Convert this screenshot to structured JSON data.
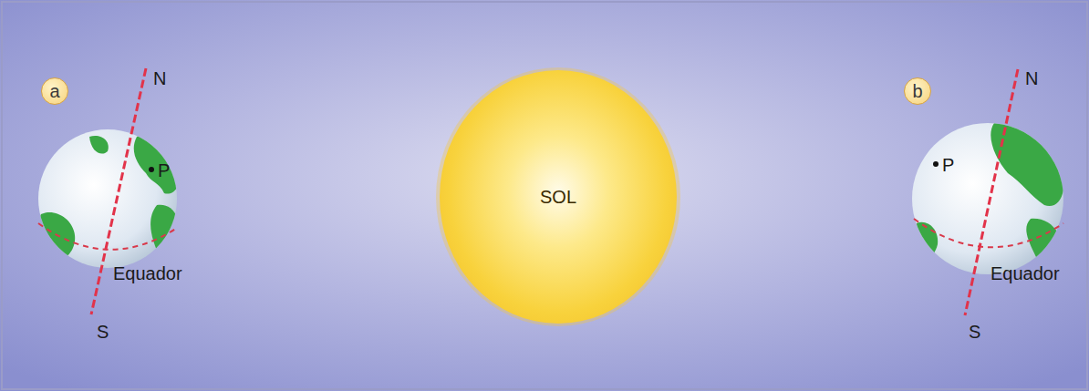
{
  "diagram": {
    "nodes": [
      {
        "text": [
          "a"
        ]
      },
      {
        "text": [
          "SOL"
        ]
      },
      {
        "text": [
          "b"
        ]
      }
    ],
    "labels": [
      "N",
      "P",
      "Equador",
      "S",
      "N",
      "P",
      "Equador",
      "S"
    ]
  }
}
